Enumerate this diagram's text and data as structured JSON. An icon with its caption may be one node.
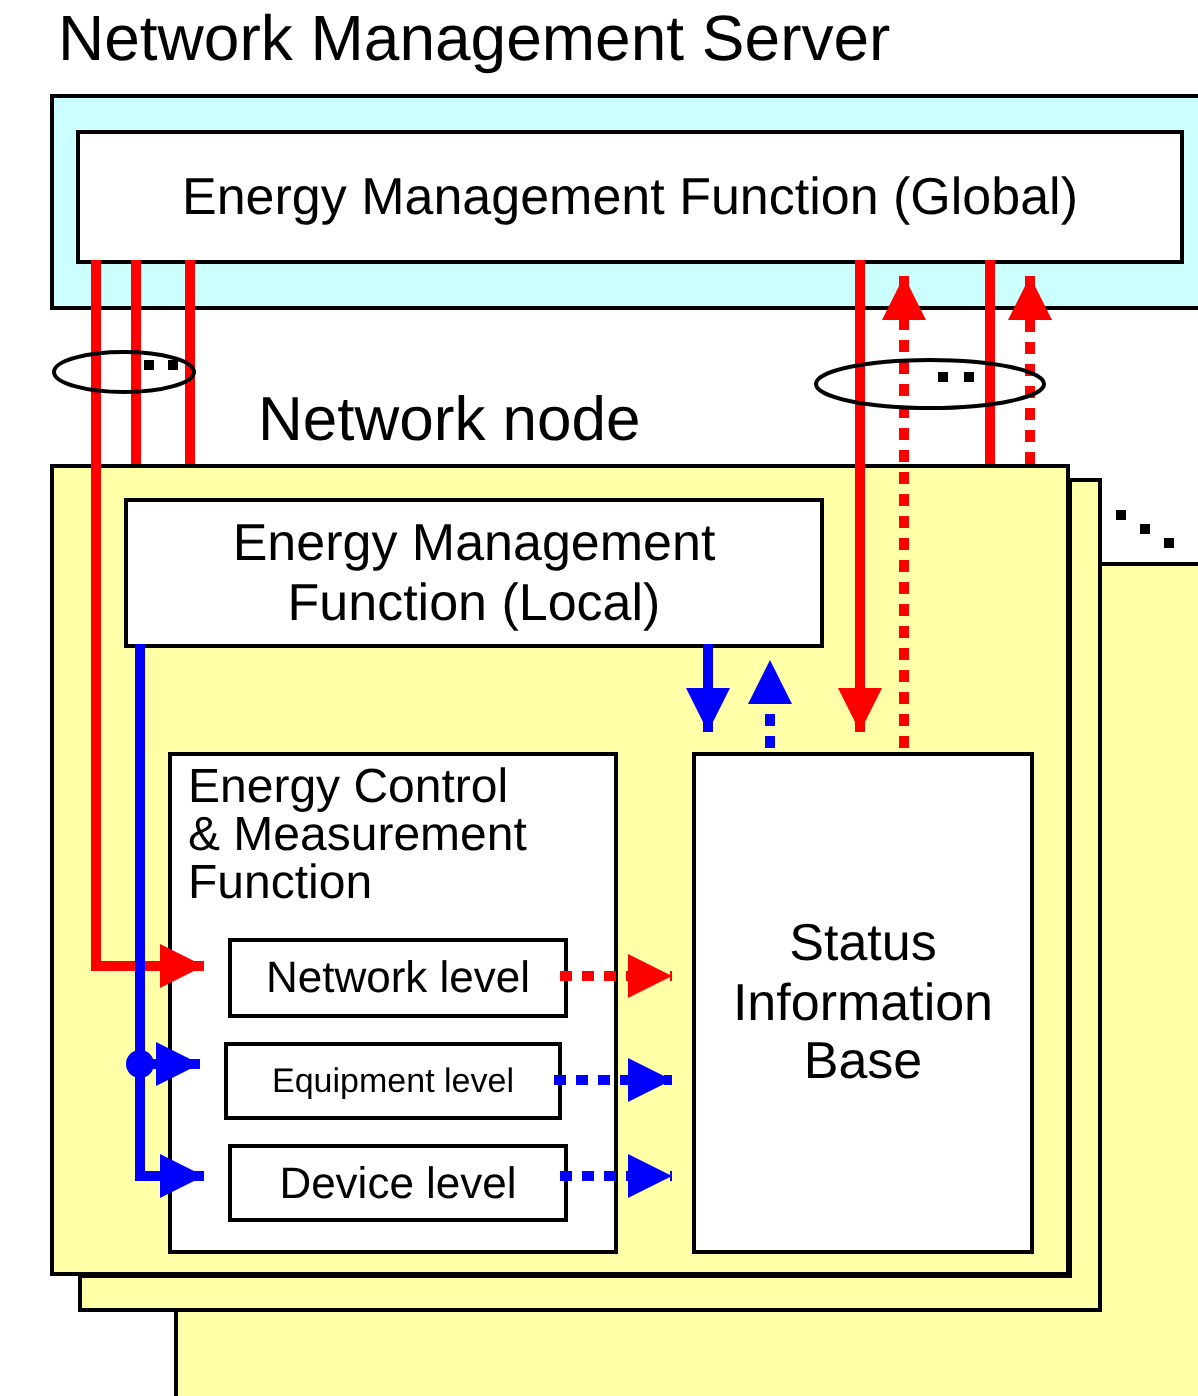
{
  "diagram": {
    "nodes": [
      {
        "text": [
          "Network Management Server"
        ]
      },
      {
        "text": [
          "Energy Management Function (Global)"
        ],
        "in": 0
      },
      {
        "text": [
          "Network node"
        ]
      },
      {
        "text": [
          "Energy Management Function (Local)"
        ],
        "in": 2
      },
      {
        "text": [
          "Energy Control & Measurement Function"
        ],
        "in": 2
      },
      {
        "text": [
          "Network level"
        ],
        "in": 4
      },
      {
        "text": [
          "Equipment level"
        ],
        "in": 4
      },
      {
        "text": [
          "Device level"
        ],
        "in": 4
      },
      {
        "text": [
          "Status Information Base"
        ],
        "in": 2
      }
    ],
    "edges": [
      {
        "from": 1,
        "to": 5,
        "arrow": "to"
      },
      {
        "from": 1,
        "to": 2,
        "arrow": "none"
      },
      {
        "from": 1,
        "to": 2,
        "arrow": "none"
      },
      {
        "from": 1,
        "to": 8,
        "arrow": "to"
      },
      {
        "from": 8,
        "to": 1,
        "arrow": "to",
        "style": "dashed"
      },
      {
        "from": 1,
        "to": 2,
        "arrow": "none"
      },
      {
        "from": 2,
        "to": 1,
        "arrow": "to",
        "style": "dashed"
      },
      {
        "from": 3,
        "to": 6,
        "arrow": "to",
        "color": "#0000ff"
      },
      {
        "from": 3,
        "to": 7,
        "arrow": "to",
        "color": "#0000ff"
      },
      {
        "from": 3,
        "to": 8,
        "arrow": "to",
        "color": "#0000ff"
      },
      {
        "from": 8,
        "to": 3,
        "arrow": "to",
        "style": "dashed",
        "color": "#0000ff"
      },
      {
        "from": 5,
        "to": 8,
        "arrow": "to",
        "style": "dashed"
      },
      {
        "from": 6,
        "to": 8,
        "arrow": "to",
        "style": "dashed",
        "color": "#0000ff"
      },
      {
        "from": 7,
        "to": 8,
        "arrow": "to",
        "style": "dashed",
        "color": "#0000ff"
      }
    ]
  }
}
